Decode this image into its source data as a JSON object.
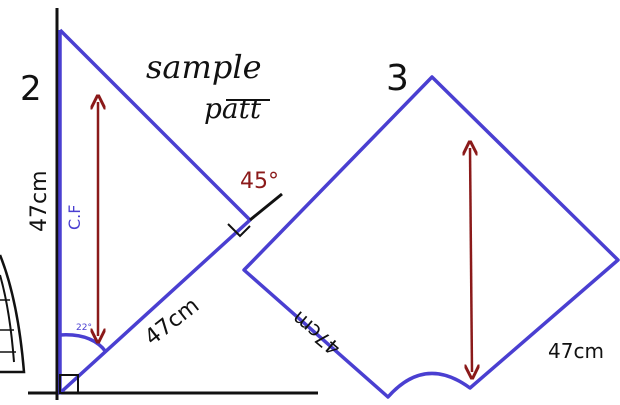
{
  "colors": {
    "background": "#ffffff",
    "pen_black": "#111111",
    "pen_blue": "#4a3fd1",
    "pen_red": "#8b1a1a"
  },
  "figure_2": {
    "number": "2",
    "side_label_vertical": "47cm",
    "side_label_hypotenuse": "47cm",
    "center_label": "C.F",
    "small_angle_label": "22°",
    "angle_label": "45°"
  },
  "note": {
    "line1": "sample",
    "line2": "patt"
  },
  "figure_3": {
    "number": "3",
    "side_label_left": "47cm",
    "side_label_right": "47cm"
  }
}
